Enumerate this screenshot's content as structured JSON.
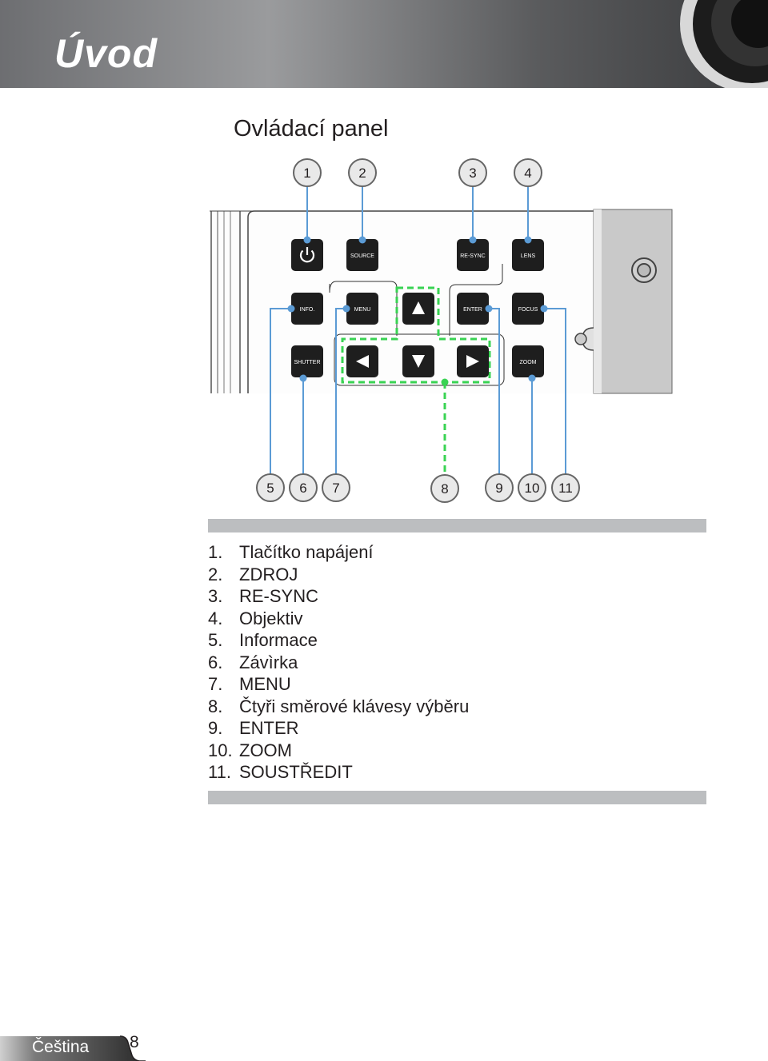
{
  "header": {
    "title": "Úvod"
  },
  "section_title": "Ovládací panel",
  "panel": {
    "buttons": {
      "power": "",
      "source": "SOURCE",
      "resync": "RE-SYNC",
      "lens": "LENS",
      "info": "INFO.",
      "menu": "MENU",
      "up": "▲",
      "enter": "ENTER",
      "focus": "FOCUS",
      "shutter": "SHUTTER",
      "left": "◀",
      "down": "▼",
      "right": "▶",
      "zoom": "ZOOM"
    },
    "callouts_top": [
      "1",
      "2",
      "3",
      "4"
    ],
    "callouts_bottom": [
      "5",
      "6",
      "7",
      "8",
      "9",
      "10",
      "11"
    ]
  },
  "list": [
    {
      "num": "1.",
      "text": "Tlačítko napájení"
    },
    {
      "num": "2.",
      "text": "ZDROJ"
    },
    {
      "num": "3.",
      "text": "RE-SYNC"
    },
    {
      "num": "4.",
      "text": "Objektiv"
    },
    {
      "num": "5.",
      "text": "Informace"
    },
    {
      "num": "6.",
      "text": "Závìrka"
    },
    {
      "num": "7.",
      "text": "MENU"
    },
    {
      "num": "8.",
      "text": "Čtyři směrové klávesy výběru"
    },
    {
      "num": "9.",
      "text": "ENTER"
    },
    {
      "num": "10.",
      "text": "ZOOM"
    },
    {
      "num": "11.",
      "text": "SOUSTŘEDIT"
    }
  ],
  "footer": {
    "language": "Čeština",
    "page": "8"
  },
  "colors": {
    "callout_line": "#5b9bd5",
    "highlight": "#39d353",
    "button": "#1e1e1e"
  }
}
